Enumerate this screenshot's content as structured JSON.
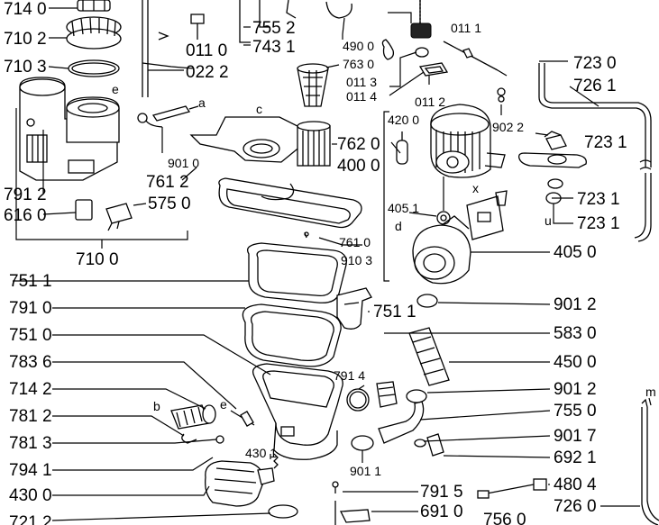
{
  "labels": {
    "l7140": "714 0",
    "l7102": "710 2",
    "l7103": "710 3",
    "l0110": "011 0",
    "l0222": "022 2",
    "l7552": "755 2",
    "l7431": "743 1",
    "l4900": "490 0",
    "l0111": "011 1",
    "l7630": "763 0",
    "l0113": "011 3",
    "l0114": "011 4",
    "l0112": "011 2",
    "l9022": "902 2",
    "l7230": "723 0",
    "l7261": "726 1",
    "l7231a": "723 1",
    "l7231b": "723 1",
    "l7231c": "723 1",
    "l9010": "901 0",
    "l7612": "761 2",
    "l7620": "762 0",
    "l4200": "420 0",
    "l4000": "400 0",
    "l4051": "405 1",
    "l7912": "791 2",
    "l6160": "616 0",
    "l5750": "575 0",
    "l7100": "710 0",
    "l7610": "761 0",
    "l9103": "910 3",
    "l4050": "405 0",
    "l7511a": "751 1",
    "l7910": "791 0",
    "l7511b": "751 1",
    "l7510": "751 0",
    "l9012a": "901 2",
    "l5830": "583 0",
    "l4500": "450 0",
    "l7836": "783 6",
    "l7914": "791 4",
    "l9012b": "901 2",
    "l7142": "714 2",
    "l7550": "755 0",
    "l7812": "781 2",
    "l9017": "901 7",
    "l7813": "781 3",
    "l4301": "430 1",
    "l6921": "692 1",
    "l7941": "794 1",
    "l9011": "901 1",
    "l4804": "480 4",
    "l4300": "430 0",
    "l7915": "791 5",
    "l7260": "726 0",
    "l6910": "691 0",
    "l7560": "756 0",
    "l7212": "721 2",
    "la": "a",
    "lb": "b",
    "lc": "c",
    "ld": "d",
    "le1": "e",
    "le2": "e",
    "lx": "x",
    "lu": "u",
    "lm": "m"
  }
}
